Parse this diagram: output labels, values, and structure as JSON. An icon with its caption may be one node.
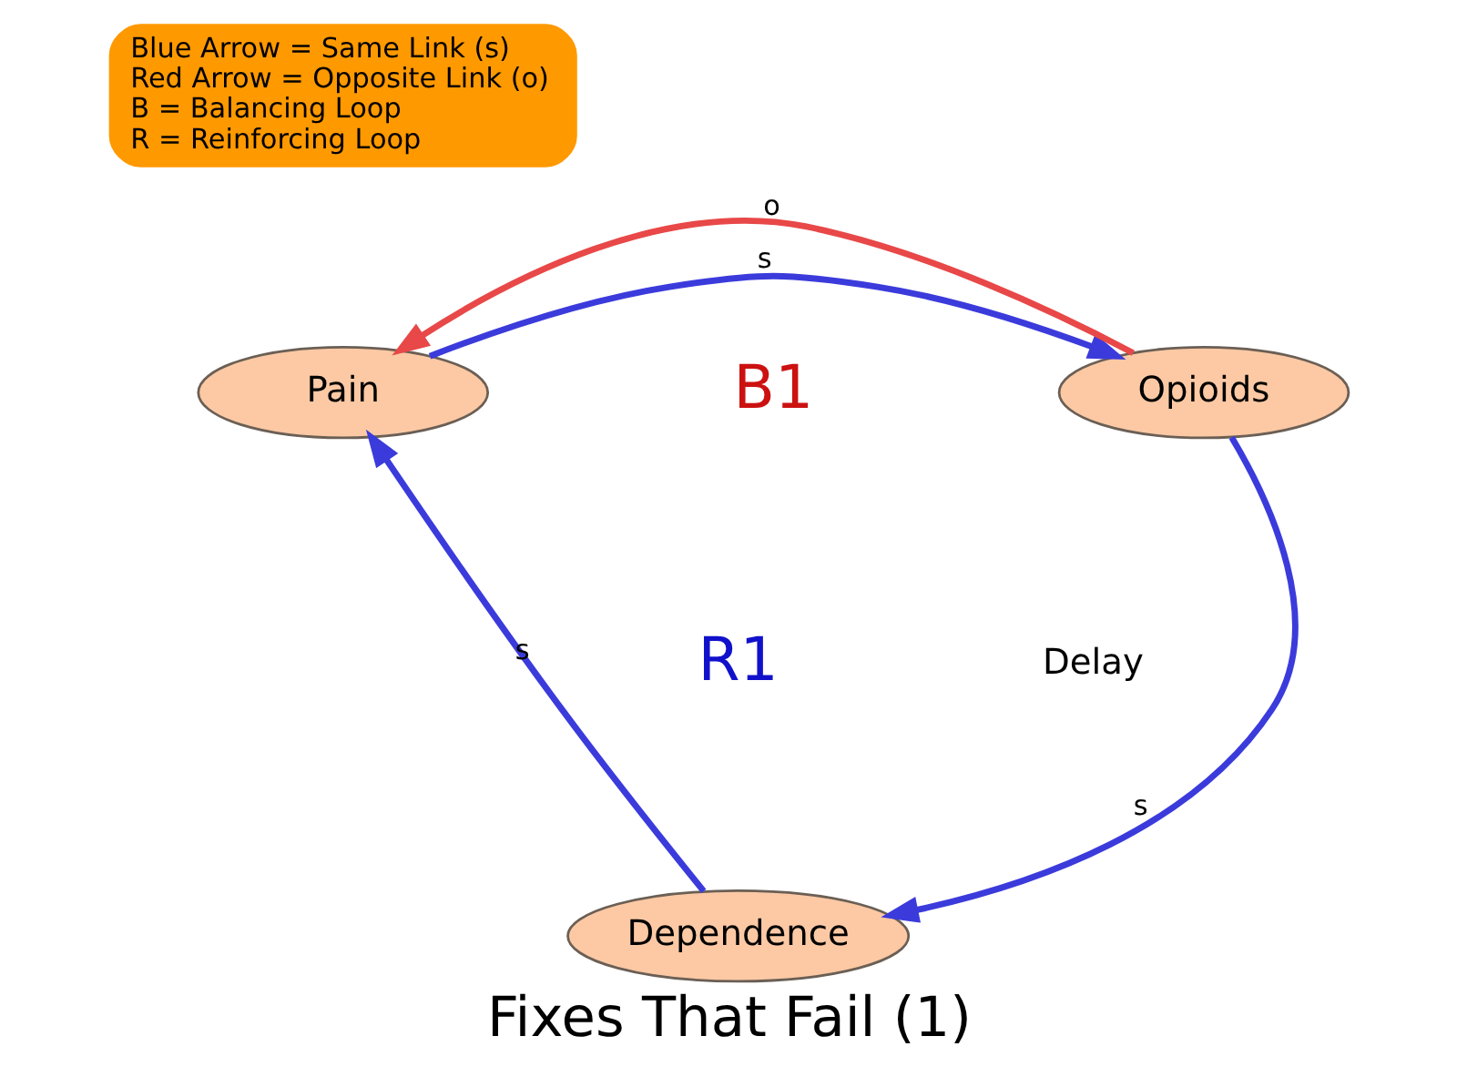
{
  "diagram": {
    "title": "Fixes That Fail (1)",
    "nodes": [
      {
        "text": [
          "Blue Arrow = Same Link (s)",
          "Red Arrow = Opposite Link (o)",
          "B = Balancing Loop",
          "R = Reinforcing Loop"
        ]
      },
      {
        "text": [
          "Pain"
        ]
      },
      {
        "text": [
          "Opioids"
        ]
      },
      {
        "text": [
          "Dependence"
        ]
      }
    ],
    "edges": [
      {
        "from": 1,
        "to": 2,
        "arrow": "to",
        "label": "s"
      },
      {
        "from": 2,
        "to": 1,
        "arrow": "to",
        "label": "o",
        "color": "#e84848"
      },
      {
        "from": 2,
        "to": 3,
        "arrow": "to",
        "label": "s"
      },
      {
        "from": 3,
        "to": 1,
        "arrow": "to",
        "label": "s"
      }
    ],
    "labels": [
      "B1",
      "Delay",
      "R1"
    ]
  }
}
